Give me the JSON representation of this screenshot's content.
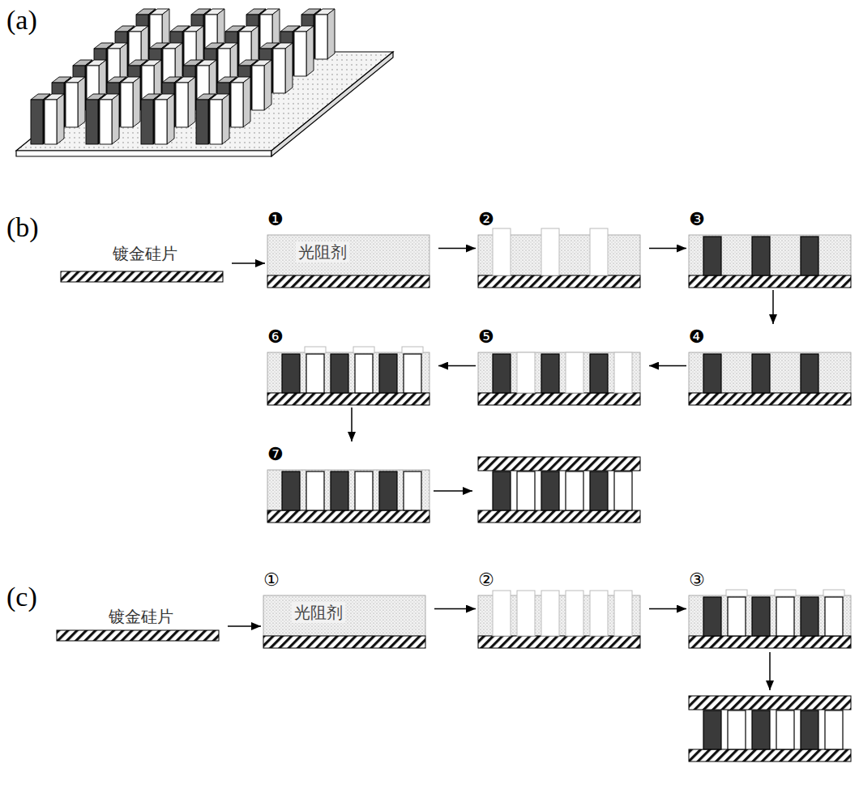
{
  "diagram": {
    "nodes": [
      {
        "text": [
          "镀金硅片"
        ]
      },
      {
        "text": [
          "❶",
          "光阻剂"
        ]
      },
      {
        "text": [
          "❷"
        ]
      },
      {
        "text": [
          "❸"
        ]
      },
      {
        "text": [
          "❹"
        ]
      },
      {
        "text": [
          "❺"
        ]
      },
      {
        "text": [
          "❻"
        ]
      },
      {
        "text": [
          "❼"
        ]
      },
      {
        "text": [
          "镀金硅片"
        ]
      },
      {
        "text": [
          "①",
          "光阻剂"
        ]
      },
      {
        "text": [
          "②"
        ]
      },
      {
        "text": [
          "③"
        ]
      }
    ],
    "edges": [
      {
        "from": 0,
        "to": 1,
        "arrow": "to"
      },
      {
        "from": 1,
        "to": 2,
        "arrow": "to"
      },
      {
        "from": 2,
        "to": 3,
        "arrow": "to"
      },
      {
        "from": 3,
        "to": 4,
        "arrow": "to"
      },
      {
        "from": 4,
        "to": 5,
        "arrow": "to"
      },
      {
        "from": 5,
        "to": 6,
        "arrow": "to"
      },
      {
        "from": 6,
        "to": 7,
        "arrow": "to"
      },
      {
        "from": 8,
        "to": 9,
        "arrow": "to"
      },
      {
        "from": 9,
        "to": 10,
        "arrow": "to"
      },
      {
        "from": 10,
        "to": 11,
        "arrow": "to"
      }
    ],
    "labels": [
      "(a)",
      "(b)",
      "(c)"
    ]
  }
}
